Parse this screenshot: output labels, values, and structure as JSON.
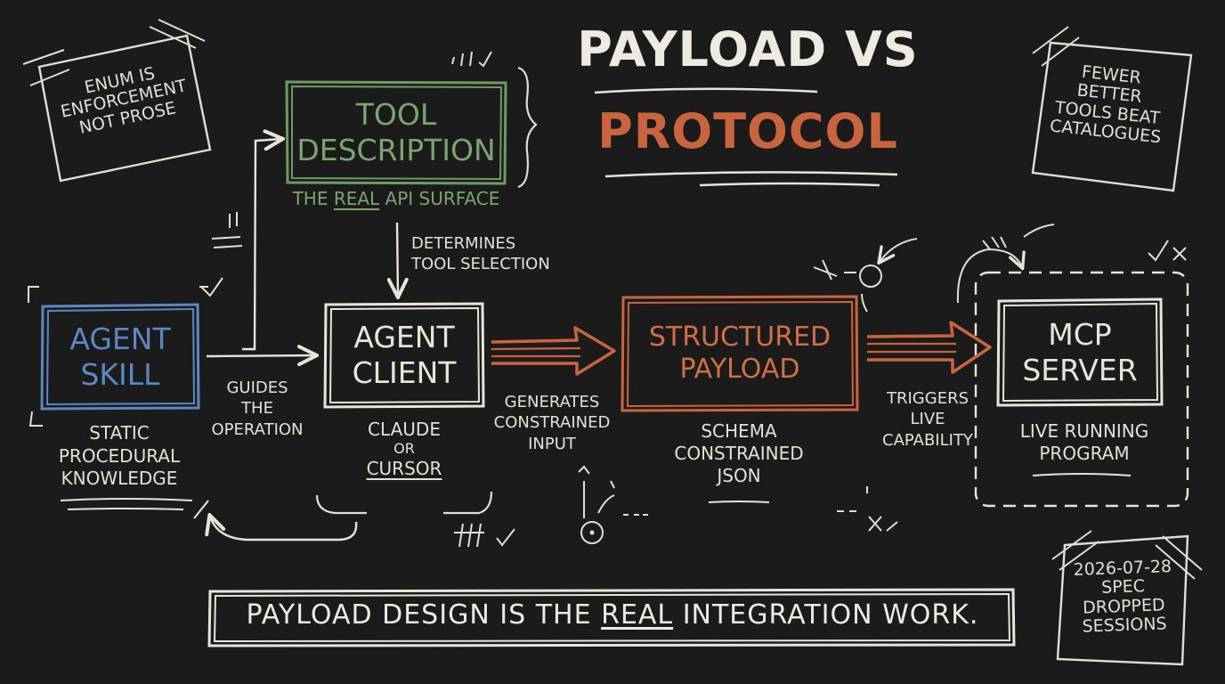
{
  "title": {
    "line1": "PAYLOAD VS",
    "line2": "PROTOCOL"
  },
  "colors": {
    "chalk": "#e8e4d8",
    "green": "#6f9a64",
    "blue": "#5b87c2",
    "red": "#c9643f",
    "board": "#1b1b1b"
  },
  "sticky_notes": {
    "top_left": [
      "ENUM IS",
      "ENFORCEMENT",
      "NOT PROSE"
    ],
    "top_right": [
      "FEWER",
      "BETTER",
      "TOOLS BEAT",
      "CATALOGUES"
    ],
    "bottom_right": [
      "2026-07-28",
      "SPEC",
      "DROPPED",
      "SESSIONS"
    ]
  },
  "nodes": {
    "tool_description": {
      "lines": [
        "TOOL",
        "DESCRIPTION"
      ],
      "caption_pre": "THE ",
      "caption_emph": "REAL",
      "caption_post": " API SURFACE"
    },
    "agent_skill": {
      "lines": [
        "AGENT",
        "SKILL"
      ],
      "caption": [
        "STATIC",
        "PROCEDURAL",
        "KNOWLEDGE"
      ]
    },
    "agent_client": {
      "lines": [
        "AGENT",
        "CLIENT"
      ],
      "caption": [
        "CLAUDE",
        "OR",
        "CURSOR"
      ]
    },
    "structured_payload": {
      "lines": [
        "STRUCTURED",
        "PAYLOAD"
      ],
      "caption": [
        "SCHEMA",
        "CONSTRAINED",
        "JSON"
      ]
    },
    "mcp_server": {
      "lines": [
        "MCP",
        "SERVER"
      ],
      "caption": [
        "LIVE RUNNING",
        "PROGRAM"
      ]
    }
  },
  "edges": {
    "description_to_client": [
      "DETERMINES",
      "TOOL SELECTION"
    ],
    "skill_to_client": [
      "GUIDES",
      "THE",
      "OPERATION"
    ],
    "client_to_payload": [
      "GENERATES",
      "CONSTRAINED",
      "INPUT"
    ],
    "payload_to_server": [
      "TRIGGERS",
      "LIVE",
      "CAPABILITY"
    ]
  },
  "footer": {
    "pre": "PAYLOAD DESIGN IS THE ",
    "emph": "REAL",
    "post": " INTEGRATION WORK."
  }
}
